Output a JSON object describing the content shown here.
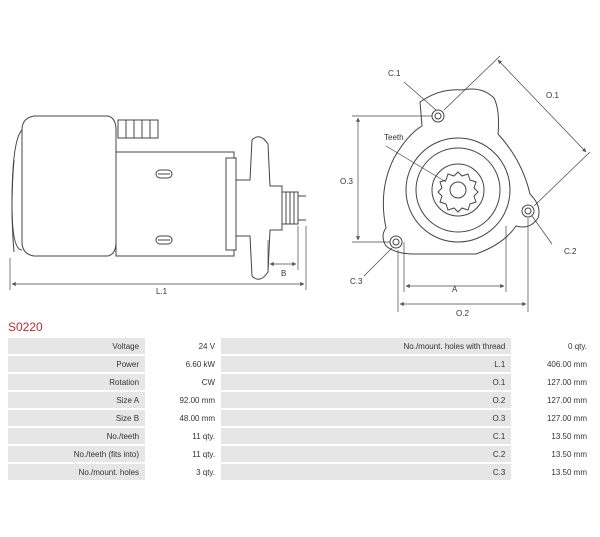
{
  "drawing": {
    "labels": {
      "l1": "L.1",
      "b": "B",
      "c1": "C.1",
      "o1": "O.1",
      "teeth": "Teeth",
      "o3": "O.3",
      "c2": "C.2",
      "c3": "C.3",
      "a": "A",
      "o2": "O.2"
    }
  },
  "product_code": "S0220",
  "specs": [
    {
      "label": "Voltage",
      "value": "24 V",
      "label2": "No./mount. holes with thread",
      "value2": "0 qty."
    },
    {
      "label": "Power",
      "value": "6.60 kW",
      "label2": "L.1",
      "value2": "406.00 mm"
    },
    {
      "label": "Rotation",
      "value": "CW",
      "label2": "O.1",
      "value2": "127.00 mm"
    },
    {
      "label": "Size A",
      "value": "92.00 mm",
      "label2": "O.2",
      "value2": "127.00 mm"
    },
    {
      "label": "Size B",
      "value": "48.00 mm",
      "label2": "O.3",
      "value2": "127.00 mm"
    },
    {
      "label": "No./teeth",
      "value": "11 qty.",
      "label2": "C.1",
      "value2": "13.50 mm"
    },
    {
      "label": "No./teeth (fits into)",
      "value": "11 qty.",
      "label2": "C.2",
      "value2": "13.50 mm"
    },
    {
      "label": "No./mount. holes",
      "value": "3 qty.",
      "label2": "C.3",
      "value2": "13.50 mm"
    }
  ]
}
